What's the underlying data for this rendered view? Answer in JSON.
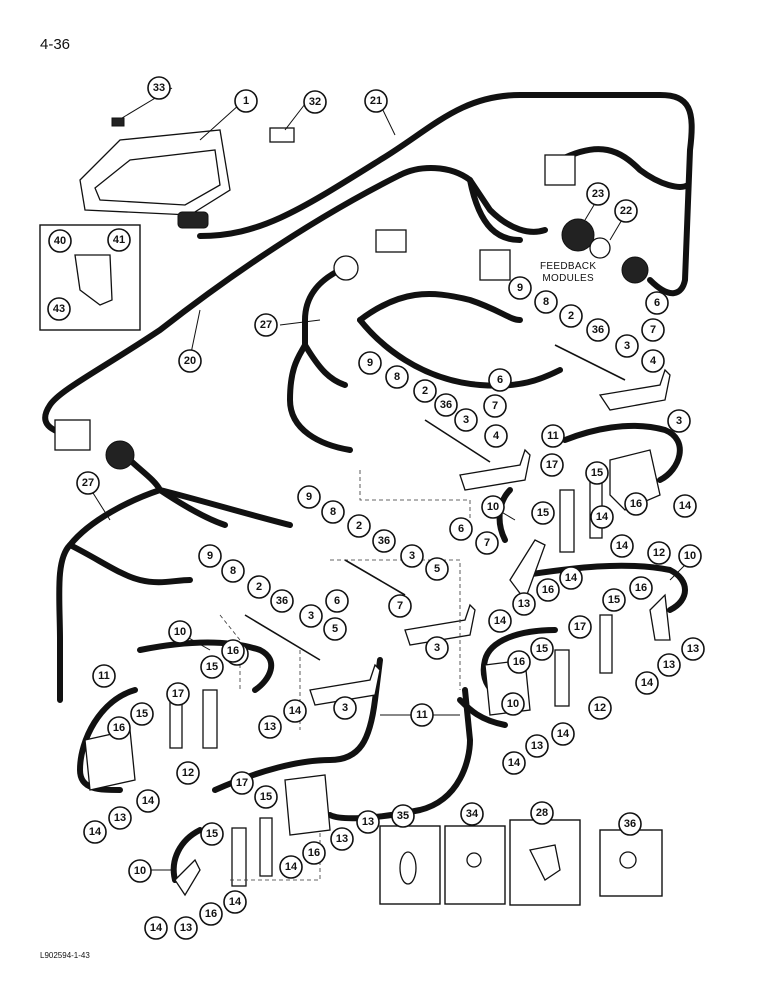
{
  "page": {
    "number": "4-36",
    "doc_code": "L902594-1-43",
    "note": "FEEDBACK MODULES"
  },
  "callouts": [
    "33",
    "1",
    "32",
    "21",
    "40",
    "41",
    "43",
    "20",
    "23",
    "22",
    "27",
    "9",
    "8",
    "2",
    "36",
    "3",
    "6",
    "7",
    "4",
    "9",
    "8",
    "2",
    "36",
    "3",
    "7",
    "6",
    "4",
    "3",
    "11",
    "17",
    "15",
    "16",
    "14",
    "10",
    "15",
    "14",
    "12",
    "10",
    "27",
    "9",
    "8",
    "2",
    "36",
    "6",
    "3",
    "5",
    "7",
    "9",
    "8",
    "2",
    "36",
    "3",
    "5",
    "6",
    "7",
    "10",
    "16",
    "15",
    "3",
    "11",
    "15",
    "16",
    "17",
    "13",
    "14",
    "3",
    "12",
    "11",
    "16",
    "15",
    "13",
    "14",
    "14",
    "13",
    "17",
    "15",
    "14",
    "13",
    "16",
    "14",
    "35",
    "34",
    "28",
    "36",
    "10",
    "15",
    "16",
    "14",
    "13",
    "14",
    "13",
    "16",
    "14",
    "17",
    "15",
    "16",
    "13",
    "14",
    "14",
    "13",
    "12",
    "16",
    "14",
    "13",
    "14",
    "10"
  ]
}
